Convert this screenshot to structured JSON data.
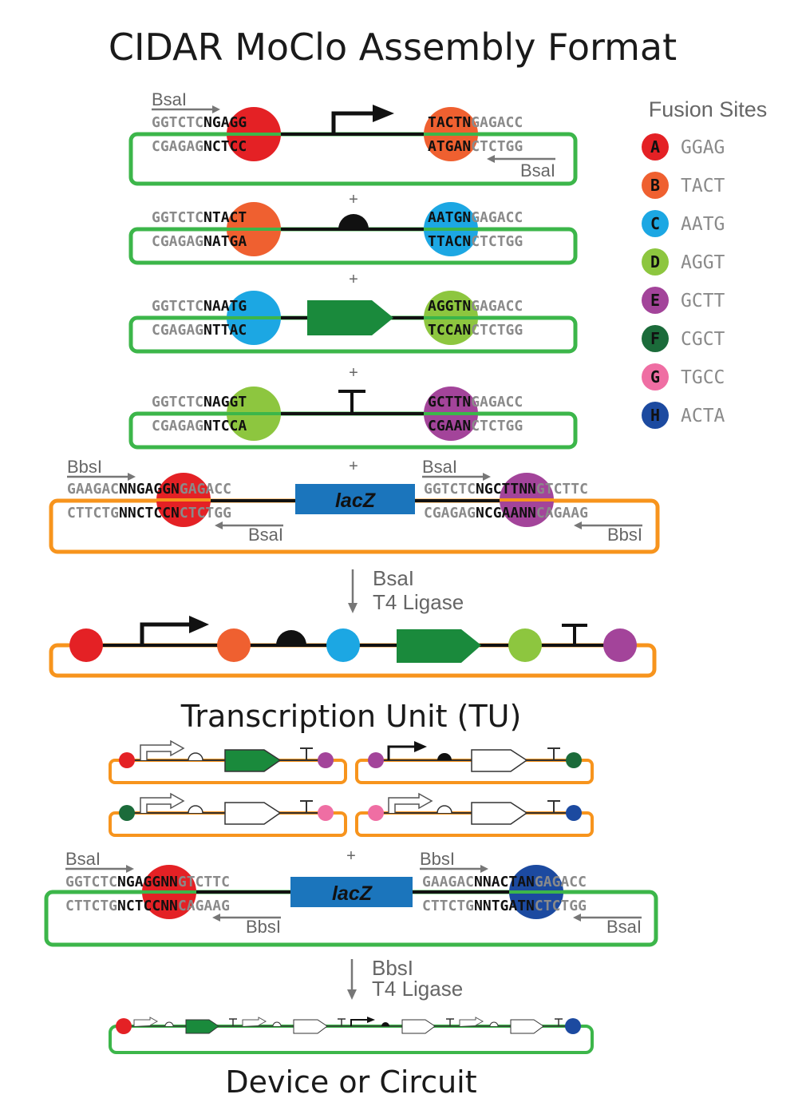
{
  "title": "CIDAR MoClo Assembly Format",
  "legend": {
    "title": "Fusion Sites",
    "items": [
      {
        "letter": "A",
        "seq": "GGAG",
        "color": "#e42125"
      },
      {
        "letter": "B",
        "seq": "TACT",
        "color": "#ef6030"
      },
      {
        "letter": "C",
        "seq": "AATG",
        "color": "#1ca7e3"
      },
      {
        "letter": "D",
        "seq": "AGGT",
        "color": "#8dc63f"
      },
      {
        "letter": "E",
        "seq": "GCTT",
        "color": "#a3449a"
      },
      {
        "letter": "F",
        "seq": "CGCT",
        "color": "#1b6b3a"
      },
      {
        "letter": "G",
        "seq": "TGCC",
        "color": "#ef6ea3"
      },
      {
        "letter": "H",
        "seq": "ACTA",
        "color": "#1c4aa0"
      }
    ]
  },
  "colors": {
    "green_backbone": "#3cb64a",
    "orange_backbone": "#f7941d",
    "cds_green": "#1a8a3c",
    "lacz_blue": "#1b75bc",
    "gray_text": "#8a8a8a"
  },
  "enzymes": {
    "bsai": "BsaI",
    "bbsi": "BbsI"
  },
  "plus": "+",
  "parts": [
    {
      "type": "promoter",
      "l_top_a": "GGTCTC",
      "l_top_b": "NGAGG",
      "l_bot_a": "CGAGAG",
      "l_bot_b": "NCTCC",
      "r_top_a": "TACTN",
      "r_top_b": "GAGACC",
      "r_bot_a": "ATGAN",
      "r_bot_b": "CTCTGG",
      "lc": "#e42125",
      "rc": "#ef6030"
    },
    {
      "type": "rbs",
      "l_top_a": "GGTCTC",
      "l_top_b": "NTACT",
      "l_bot_a": "CGAGAG",
      "l_bot_b": "NATGA",
      "r_top_a": "AATGN",
      "r_top_b": "GAGACC",
      "r_bot_a": "TTACN",
      "r_bot_b": "CTCTGG",
      "lc": "#ef6030",
      "rc": "#1ca7e3"
    },
    {
      "type": "cds",
      "l_top_a": "GGTCTC",
      "l_top_b": "NAATG",
      "l_bot_a": "CGAGAG",
      "l_bot_b": "NTTAC",
      "r_top_a": "AGGTN",
      "r_top_b": "GAGACC",
      "r_bot_a": "TCCAN",
      "r_bot_b": "CTCTGG",
      "lc": "#1ca7e3",
      "rc": "#8dc63f"
    },
    {
      "type": "terminator",
      "l_top_a": "GGTCTC",
      "l_top_b": "NAGGT",
      "l_bot_a": "CGAGAG",
      "l_bot_b": "NTCCA",
      "r_top_a": "GCTTN",
      "r_top_b": "GAGACC",
      "r_bot_a": "CGAAN",
      "r_bot_b": "CTCTGG",
      "lc": "#8dc63f",
      "rc": "#a3449a"
    }
  ],
  "dest1": {
    "lacz": "lacZ",
    "l_top": [
      "GAAGAC",
      "NNGAGGN",
      "GAGACC"
    ],
    "l_bot": [
      "CTTCTG",
      "NNCTCCN",
      "CTCTGG"
    ],
    "r_top": [
      "GGTCTC",
      "NGCTTNN",
      "GTCTTC"
    ],
    "r_bot": [
      "CGAGAG",
      "NCGAANN",
      "CAGAAG"
    ]
  },
  "step1": {
    "enzyme": "BsaI",
    "ligase": "T4 Ligase"
  },
  "tu_title": "Transcription Unit (TU)",
  "dest2": {
    "lacz": "lacZ",
    "l_top": [
      "GGTCTC",
      "NGAGGNN",
      "GTCTTC"
    ],
    "l_bot": [
      "CTTCTG",
      "NCTCCNN",
      "CAGAAG"
    ],
    "r_top": [
      "GAAGAC",
      "NNACTAN",
      "GAGACC"
    ],
    "r_bot": [
      "CTTCTG",
      "NNTGATN",
      "CTCTGG"
    ]
  },
  "step2": {
    "enzyme": "BbsI",
    "ligase": "T4 Ligase"
  },
  "device_title": "Device or Circuit"
}
